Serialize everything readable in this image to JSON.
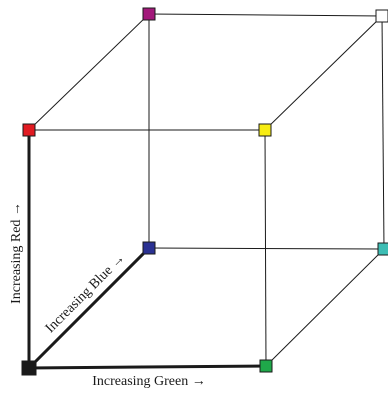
{
  "labels": {
    "red_axis": "Increasing Red →",
    "blue_axis": "Increasing Blue →",
    "green_axis": "Increasing Green →"
  },
  "vertices": {
    "black": {
      "color": "#1a1a1a"
    },
    "red": {
      "color": "#e11b22"
    },
    "green": {
      "color": "#1fa84a"
    },
    "blue": {
      "color": "#2a3192"
    },
    "yellow": {
      "color": "#f7ec13"
    },
    "magenta": {
      "color": "#a3197b"
    },
    "cyan": {
      "color": "#3dbdb4"
    },
    "white": {
      "color": "#ffffff"
    }
  }
}
